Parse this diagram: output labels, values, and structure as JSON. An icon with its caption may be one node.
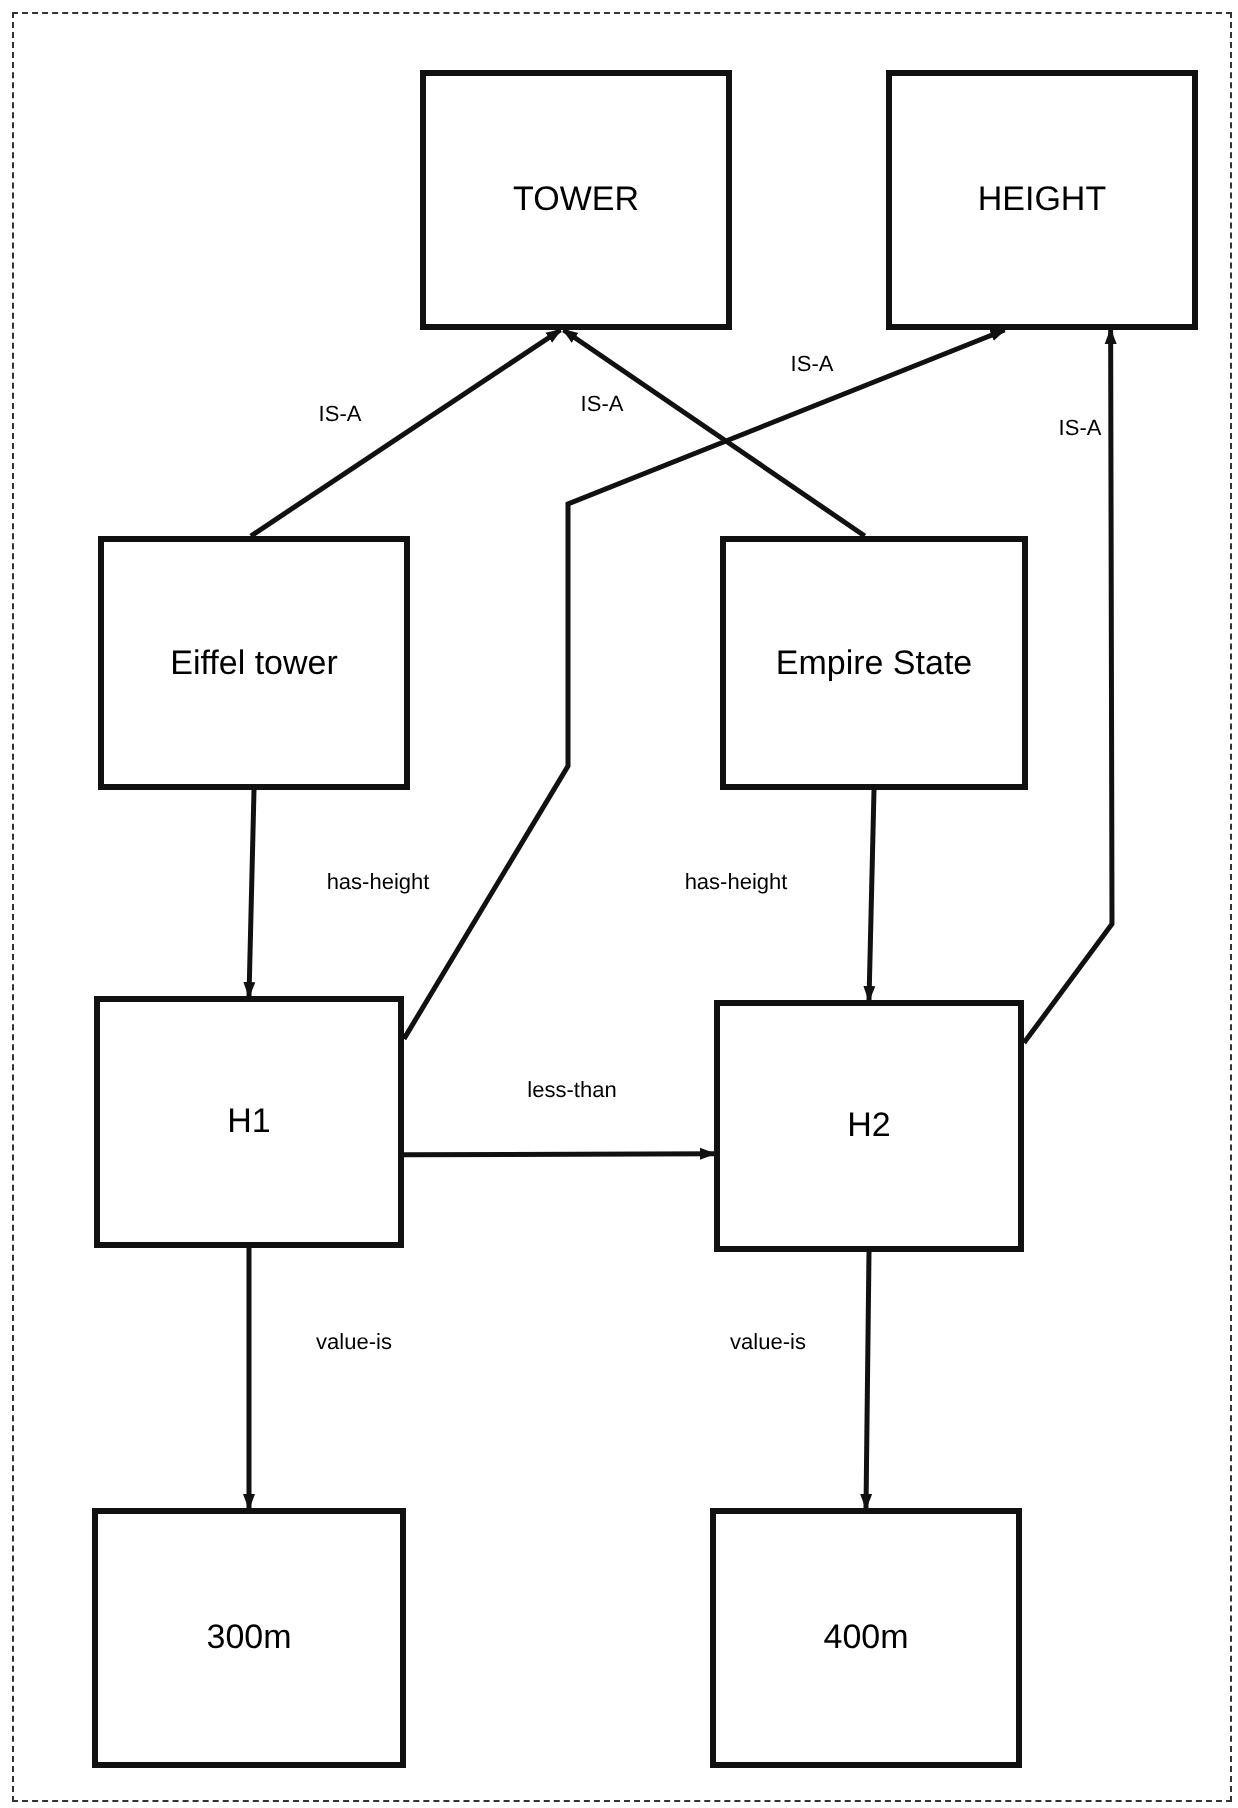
{
  "diagram": {
    "nodes": [
      {
        "text": [
          "TOWER"
        ]
      },
      {
        "text": [
          "HEIGHT"
        ]
      },
      {
        "text": [
          "Eiffel tower"
        ]
      },
      {
        "text": [
          "Empire State"
        ]
      },
      {
        "text": [
          "H1"
        ]
      },
      {
        "text": [
          "H2"
        ]
      },
      {
        "text": [
          "300m"
        ]
      },
      {
        "text": [
          "400m"
        ]
      }
    ],
    "edges": [
      {
        "from": 2,
        "to": 0,
        "arrow": "to",
        "label": "IS-A"
      },
      {
        "from": 3,
        "to": 0,
        "arrow": "to",
        "label": "IS-A"
      },
      {
        "from": 4,
        "to": 1,
        "arrow": "to",
        "label": "IS-A"
      },
      {
        "from": 5,
        "to": 1,
        "arrow": "to",
        "label": "IS-A"
      },
      {
        "from": 2,
        "to": 4,
        "arrow": "to",
        "label": "has-height"
      },
      {
        "from": 3,
        "to": 5,
        "arrow": "to",
        "label": "has-height"
      },
      {
        "from": 4,
        "to": 5,
        "arrow": "to",
        "label": "less-than"
      },
      {
        "from": 4,
        "to": 6,
        "arrow": "to",
        "label": "value-is"
      },
      {
        "from": 5,
        "to": 7,
        "arrow": "to",
        "label": "value-is"
      }
    ]
  }
}
